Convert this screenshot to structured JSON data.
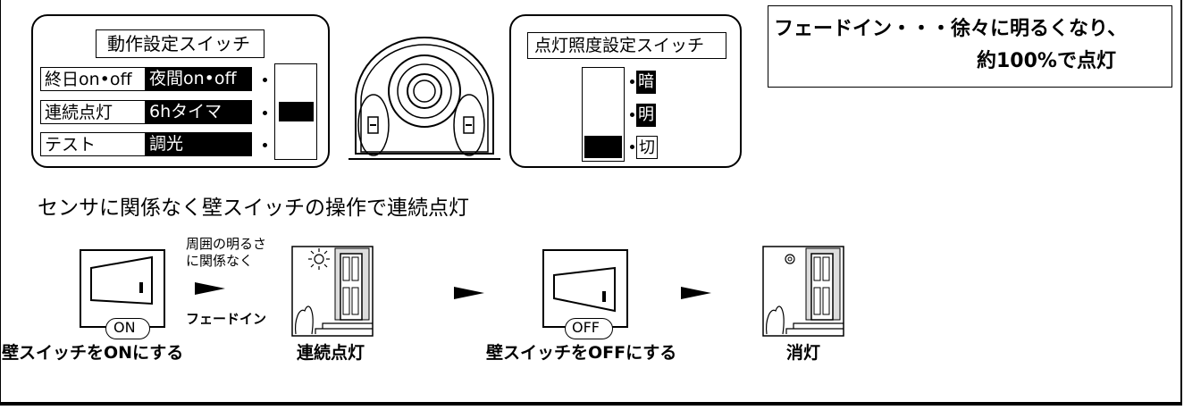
{
  "mode_switch": {
    "title": "動作設定スイッチ",
    "rows": [
      {
        "label": "終日on•off",
        "value": "夜間on•off"
      },
      {
        "label": "連続点灯",
        "value": "6hタイマ"
      },
      {
        "label": "テスト",
        "value": "調光"
      }
    ]
  },
  "light_switch": {
    "title": "点灯照度設定スイッチ",
    "marks": [
      "暗",
      "明",
      "切"
    ]
  },
  "note": {
    "line1": "フェードイン・・・徐々に明るくなり、",
    "line2": "約100%で点灯"
  },
  "heading": "センサに関係なく壁スイッチの操作で連続点灯",
  "flow": {
    "condition_line1": "周囲の明るさ",
    "condition_line2": "に関係なく",
    "fade_label": "フェードイン",
    "on_badge": "ON",
    "off_badge": "OFF",
    "steps": [
      "壁スイッチをONにする",
      "連続点灯",
      "壁スイッチをOFFにする",
      "消灯"
    ]
  }
}
